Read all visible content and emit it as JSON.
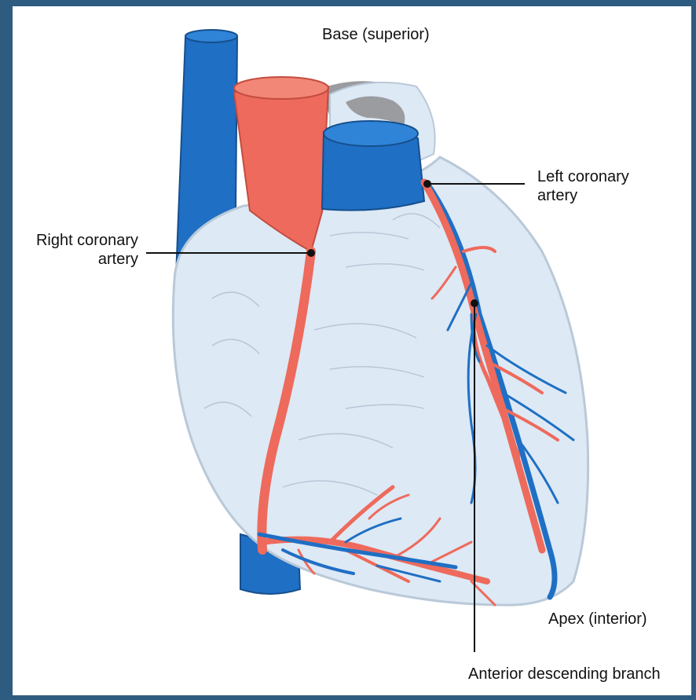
{
  "labels": {
    "base": "Base (superior)",
    "left_coronary": [
      "Left coronary",
      "artery"
    ],
    "right_coronary": [
      "Right coronary",
      "artery"
    ],
    "apex": "Apex (interior)",
    "anterior_descending": "Anterior descending branch"
  },
  "colors": {
    "frame": "#2e5c80",
    "artery": "#ee6a5c",
    "vein": "#1f6fc4",
    "heart_fill": "#dde9f5",
    "heart_outline": "#b9c9d8",
    "leader_line": "#111111"
  }
}
